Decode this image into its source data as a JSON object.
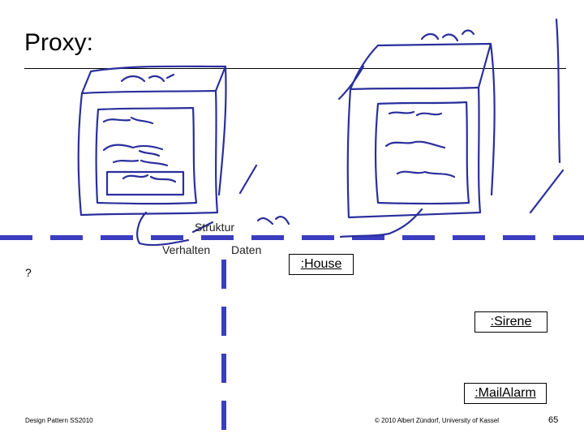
{
  "slide": {
    "title": "Proxy:",
    "question": "?",
    "labels": {
      "struktur": "Struktur",
      "verhalten": "Verhalten",
      "daten": "Daten"
    },
    "objects": [
      {
        "name": ":House"
      },
      {
        "name": ":Sirene"
      },
      {
        "name": ":MailAlarm"
      }
    ],
    "footer": {
      "course": "Design Pattern SS2010",
      "copyright": "© 2010 Albert Zündorf, University of Kassel",
      "page": "65"
    },
    "colors": {
      "dashed_lines": "#3a3dbf",
      "ink": "#2a2f9c"
    }
  }
}
